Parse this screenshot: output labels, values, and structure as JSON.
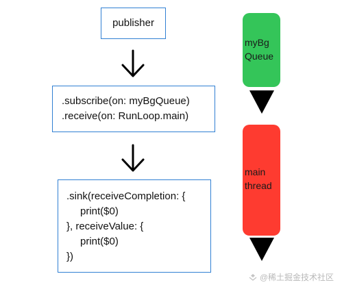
{
  "publisher": {
    "label": "publisher"
  },
  "operator_chain": {
    "lines": [
      ".subscribe(on: myBgQueue)",
      ".receive(on: RunLoop.main)"
    ]
  },
  "sink": {
    "lines": [
      ".sink(receiveCompletion: {",
      "print($0)",
      "}, receiveValue: {",
      "print($0)",
      "})"
    ]
  },
  "threads": {
    "background": {
      "lines": [
        "myBg",
        "Queue"
      ],
      "color": "#34c559"
    },
    "main": {
      "lines": [
        "main",
        "thread"
      ],
      "color": "#fe3b30"
    }
  },
  "colors": {
    "box_border": "#2f7fd3",
    "arrow": "#000000"
  },
  "icons": {
    "flow_arrow": "down-arrow-icon",
    "thread_pointer": "down-triangle-icon",
    "watermark": "juejin-logo-icon"
  },
  "watermark": {
    "text": "@稀土掘金技术社区"
  }
}
